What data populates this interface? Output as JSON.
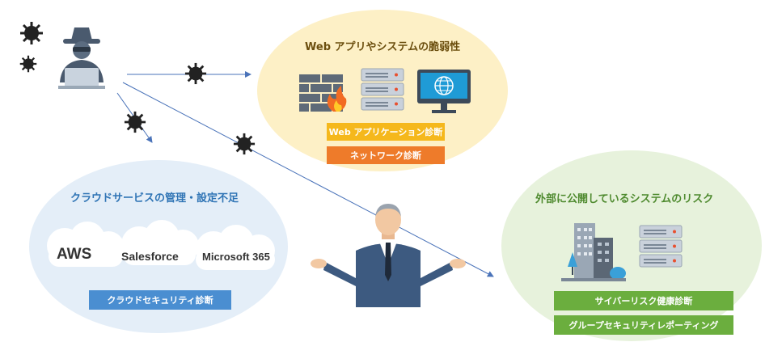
{
  "web": {
    "title": "Web アプリやシステムの脆弱性",
    "tags": [
      "Web アプリケーション診断",
      "ネットワーク診断"
    ]
  },
  "cloud": {
    "title": "クラウドサービスの管理・設定不足",
    "services": [
      "AWS",
      "Salesforce",
      "Microsoft 365"
    ],
    "tag": "クラウドセキュリティ診断"
  },
  "external": {
    "title": "外部に公開しているシステムのリスク",
    "tags": [
      "サイバーリスク健康診断",
      "グループセキュリティレポーティング"
    ]
  },
  "colors": {
    "web_bg": "#FDF0C6",
    "cloud_bg": "#E4EEF8",
    "external_bg": "#E7F2DC",
    "web_title": "#6B4E0E",
    "cloud_title": "#2F74B5",
    "external_title": "#4E8A2E",
    "tag_yellow": "#F5B81C",
    "tag_orange": "#EE7B2A",
    "tag_blue": "#4A8ED1",
    "tag_green": "#6BAE3E",
    "arrow": "#4A73B9"
  }
}
